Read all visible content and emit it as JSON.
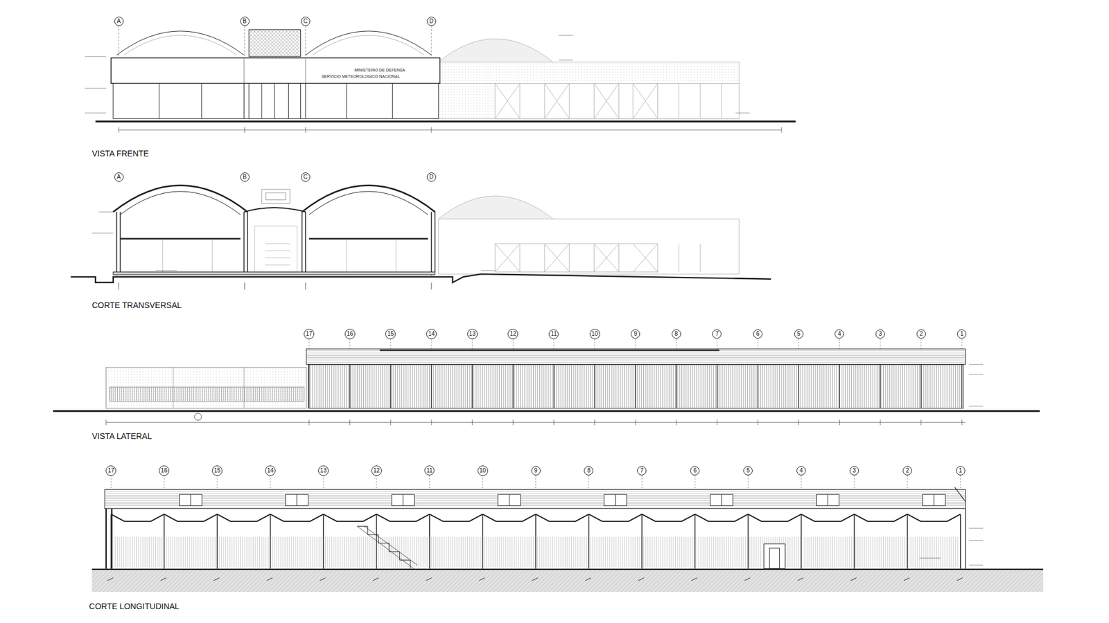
{
  "diagram": {
    "nodes": [
      {
        "text": [
          "A"
        ]
      },
      {
        "text": [
          "B"
        ]
      },
      {
        "text": [
          "C"
        ]
      },
      {
        "text": [
          "D"
        ]
      },
      {
        "text": [
          "A"
        ]
      },
      {
        "text": [
          "B"
        ]
      },
      {
        "text": [
          "C"
        ]
      },
      {
        "text": [
          "D"
        ]
      },
      {
        "text": [
          "17"
        ]
      },
      {
        "text": [
          "16"
        ]
      },
      {
        "text": [
          "15"
        ]
      },
      {
        "text": [
          "14"
        ]
      },
      {
        "text": [
          "13"
        ]
      },
      {
        "text": [
          "12"
        ]
      },
      {
        "text": [
          "11"
        ]
      },
      {
        "text": [
          "10"
        ]
      },
      {
        "text": [
          "9"
        ]
      },
      {
        "text": [
          "8"
        ]
      },
      {
        "text": [
          "7"
        ]
      },
      {
        "text": [
          "6"
        ]
      },
      {
        "text": [
          "5"
        ]
      },
      {
        "text": [
          "4"
        ]
      },
      {
        "text": [
          "3"
        ]
      },
      {
        "text": [
          "2"
        ]
      },
      {
        "text": [
          "1"
        ]
      },
      {
        "text": [
          "17"
        ]
      },
      {
        "text": [
          "16"
        ]
      },
      {
        "text": [
          "15"
        ]
      },
      {
        "text": [
          "14"
        ]
      },
      {
        "text": [
          "13"
        ]
      },
      {
        "text": [
          "12"
        ]
      },
      {
        "text": [
          "11"
        ]
      },
      {
        "text": [
          "10"
        ]
      },
      {
        "text": [
          "9"
        ]
      },
      {
        "text": [
          "8"
        ]
      },
      {
        "text": [
          "7"
        ]
      },
      {
        "text": [
          "6"
        ]
      },
      {
        "text": [
          "5"
        ]
      },
      {
        "text": [
          "4"
        ]
      },
      {
        "text": [
          "3"
        ]
      },
      {
        "text": [
          "2"
        ]
      },
      {
        "text": [
          "1"
        ]
      }
    ],
    "labels": [
      "MINISTERIO DE DEFENSA",
      "SERVICIO METEOROLOGICO NACIONAL",
      "VISTA FRENTE",
      "CORTE TRANSVERSAL",
      "VISTA LATERAL",
      "CORTE LONGITUDINAL"
    ]
  }
}
